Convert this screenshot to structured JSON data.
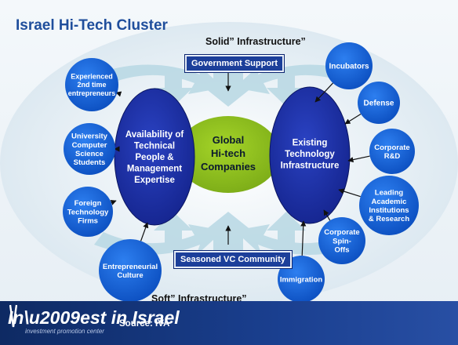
{
  "title": "Israel Hi-Tech Cluster",
  "top_label": "Solid” Infrastructure”",
  "bottom_label": "Soft” Infrastructure”",
  "top_box": "Government Support",
  "bottom_box": "Seasoned VC Community",
  "center": {
    "line1": "Global",
    "line2": "Hi-tech",
    "line3": "Companies"
  },
  "left_ellipse": [
    "Availability of",
    "Technical",
    "People &",
    "Management",
    "Expertise"
  ],
  "right_ellipse": [
    "Existing",
    "Technology",
    "Infrastructure"
  ],
  "left_nodes": [
    {
      "lines": [
        "Experienced",
        "2nd time",
        "entrepreneurs"
      ]
    },
    {
      "lines": [
        "University",
        "Computer",
        "Science",
        "Students"
      ]
    },
    {
      "lines": [
        "Foreign",
        "Technology",
        "Firms"
      ]
    },
    {
      "lines": [
        "Entrepreneurial",
        "Culture"
      ]
    }
  ],
  "right_nodes": [
    {
      "lines": [
        "Incubators"
      ]
    },
    {
      "lines": [
        "Defense"
      ]
    },
    {
      "lines": [
        "Corporate",
        "R&D"
      ]
    },
    {
      "lines": [
        "Leading",
        "Academic",
        "Institutions",
        "& Research"
      ]
    },
    {
      "lines": [
        "Corporate",
        "Spin-",
        "Offs"
      ]
    },
    {
      "lines": [
        "Immigration"
      ]
    }
  ],
  "footer": {
    "logo_pre": "In",
    "logo_post": "est in Israel",
    "logo_sub": "investment promotion center",
    "source": "Source: IVA"
  },
  "colors": {
    "node": "#1565d8",
    "ellipse": "#1a2fa0",
    "center": "#8fc21c",
    "title": "#1f4e9c",
    "footer": "#0e2a63"
  }
}
